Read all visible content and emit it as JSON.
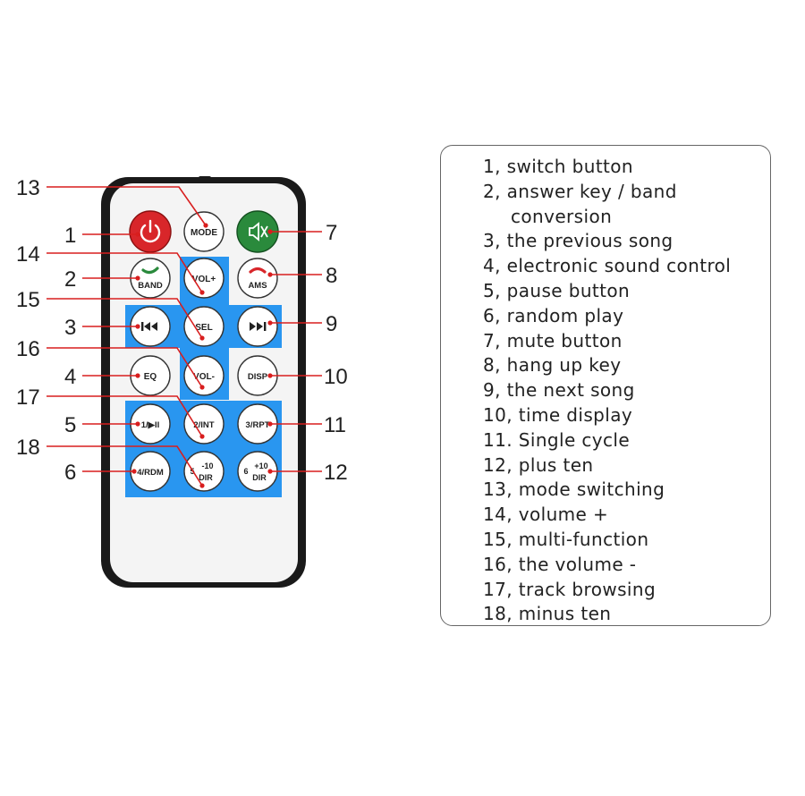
{
  "callouts": [
    "1",
    "2",
    "3",
    "4",
    "5",
    "6",
    "7",
    "8",
    "9",
    "10",
    "11",
    "12",
    "13",
    "14",
    "15",
    "16",
    "17",
    "18"
  ],
  "buttons": {
    "mode": "MODE",
    "band": "BAND",
    "vol_plus": "VOL+",
    "ams": "AMS",
    "sel": "SEL",
    "eq": "EQ",
    "vol_minus": "VOL-",
    "disp": "DISP",
    "b1": "1/▶II",
    "b2": "2/INT",
    "b3": "3/RPT",
    "b4": "4/RDM",
    "b5_top": "-10",
    "b5_num": "5",
    "b5_bottom": "DIR",
    "b6_top": "+10",
    "b6_num": "6",
    "b6_bottom": "DIR"
  },
  "legend": [
    "1, switch button",
    "2, answer key / band",
    "conversion",
    "3, the previous song",
    "4, electronic sound control",
    "5, pause button",
    "6, random play",
    "7, mute button",
    "8, hang up key",
    "9, the next song",
    "10, time display",
    "11. Single cycle",
    "12, plus ten",
    "13, mode switching",
    "14, volume +",
    "15, multi-function",
    "16, the volume -",
    "17, track browsing",
    "18, minus ten"
  ],
  "colors": {
    "remote_body": "#1a1a1a",
    "remote_face": "#f4f4f4",
    "blue_panel": "#2996f0",
    "power_button": "#d8262a",
    "mute_button": "#2a8a3c",
    "leader_line": "#d81e1e",
    "callout_text": "#222222"
  },
  "icons": {
    "power": "power-icon",
    "mute": "speaker-mute-icon",
    "answer": "phone-answer-icon",
    "hangup": "phone-hangup-icon",
    "prev": "skip-previous-icon",
    "next": "skip-next-icon"
  }
}
